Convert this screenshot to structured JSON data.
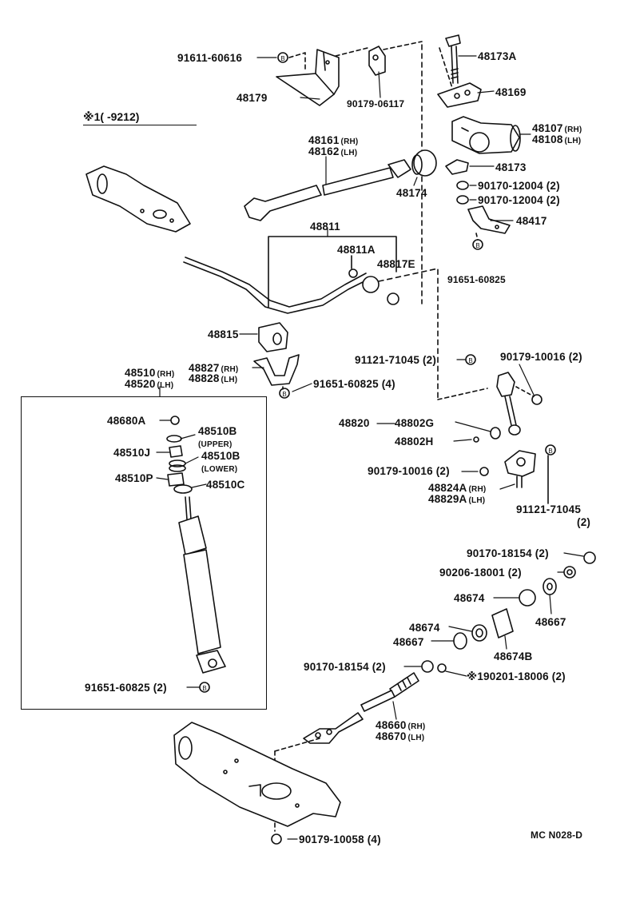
{
  "diagram": {
    "title_note": "※1(    -9212)",
    "code": "MC  N028-D",
    "labels": {
      "p91611_60616": "91611-60616",
      "p48179": "48179",
      "p90179_06117": "90179-06117",
      "p48173A": "48173A",
      "p48169": "48169",
      "p48161": "48161",
      "p48162": "48162",
      "rh": "(RH)",
      "lh": "(LH)",
      "p48107": "48107",
      "p48108": "48108",
      "p48173": "48173",
      "p48174": "48174",
      "p90170_12004_a": "90170-12004 (2)",
      "p90170_12004_b": "90170-12004 (2)",
      "p48417": "48417",
      "p91651_60825_top": "91651-60825",
      "p48811": "48811",
      "p48811A": "48811A",
      "p48817E": "48817E",
      "p48815": "48815",
      "p48827": "48827",
      "p48828": "48828",
      "p91651_60825_4": "91651-60825 (4)",
      "p91121_71045_2": "91121-71045 (2)",
      "p90179_10016_top": "90179-10016 (2)",
      "p48510": "48510",
      "p48520": "48520",
      "p48820": "48820",
      "p48802G": "48802G",
      "p48802H": "48802H",
      "p90179_10016_mid": "90179-10016 (2)",
      "p48824A": "48824A",
      "p48829A": "48829A",
      "p91121_71045_b": "91121-71045",
      "qty2": "(2)",
      "p48680A": "48680A",
      "p48510B_u": "48510B",
      "upper": "(UPPER)",
      "p48510J": "48510J",
      "p48510B_l": "48510B",
      "lower": "(LOWER)",
      "p48510P": "48510P",
      "p48510C": "48510C",
      "p91651_60825_2": "91651-60825 (2)",
      "p90170_18154_top": "90170-18154 (2)",
      "p90206_18001": "90206-18001 (2)",
      "p48674_a": "48674",
      "p48667_a": "48667",
      "p48674_b": "48674",
      "p48667_b": "48667",
      "p48674B": "48674B",
      "p90170_18154_bot": "90170-18154 (2)",
      "p190201_18006": "※190201-18006 (2)",
      "p48660": "48660",
      "p48670": "48670",
      "p90179_10058": "90179-10058 (4)"
    }
  }
}
